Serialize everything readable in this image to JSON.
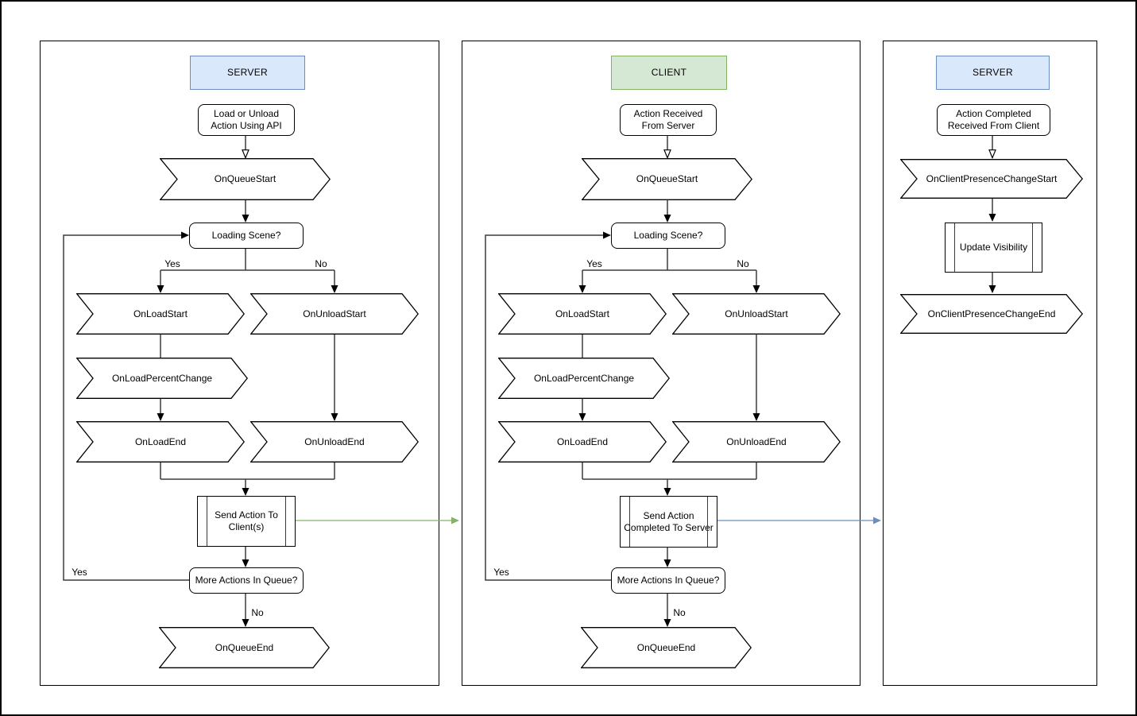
{
  "panels": [
    {
      "title": "SERVER",
      "nodes": {
        "start": "Load or Unload Action Using API",
        "queue_start": "OnQueueStart",
        "loading_scene": "Loading Scene?",
        "load_start": "OnLoadStart",
        "unload_start": "OnUnloadStart",
        "load_percent_change": "OnLoadPercentChange",
        "load_end": "OnLoadEnd",
        "unload_end": "OnUnloadEnd",
        "send": "Send Action To Client(s)",
        "more_actions": "More Actions In Queue?",
        "queue_end": "OnQueueEnd"
      },
      "edges": {
        "branch_yes": "Yes",
        "branch_no": "No",
        "loop_yes": "Yes",
        "end_no": "No"
      }
    },
    {
      "title": "CLIENT",
      "nodes": {
        "start": "Action Received From Server",
        "queue_start": "OnQueueStart",
        "loading_scene": "Loading Scene?",
        "load_start": "OnLoadStart",
        "unload_start": "OnUnloadStart",
        "load_percent_change": "OnLoadPercentChange",
        "load_end": "OnLoadEnd",
        "unload_end": "OnUnloadEnd",
        "send": "Send Action Completed To Server",
        "more_actions": "More Actions In Queue?",
        "queue_end": "OnQueueEnd"
      },
      "edges": {
        "branch_yes": "Yes",
        "branch_no": "No",
        "loop_yes": "Yes",
        "end_no": "No"
      }
    },
    {
      "title": "SERVER",
      "nodes": {
        "start": "Action Completed Received From Client",
        "presence_change_start": "OnClientPresenceChangeStart",
        "update_visibility": "Update Visibility",
        "presence_change_end": "OnClientPresenceChangeEnd"
      }
    }
  ],
  "colors": {
    "server_header_fill": "#dae8fc",
    "server_header_border": "#6c8ebf",
    "client_header_fill": "#d5e8d4",
    "client_header_border": "#82b366",
    "server_to_client_arrow": "#82b366",
    "client_to_server_arrow": "#6c8ebf",
    "connector": "#3c3c3c",
    "shape_border": "#000000",
    "shape_fill": "#ffffff"
  }
}
